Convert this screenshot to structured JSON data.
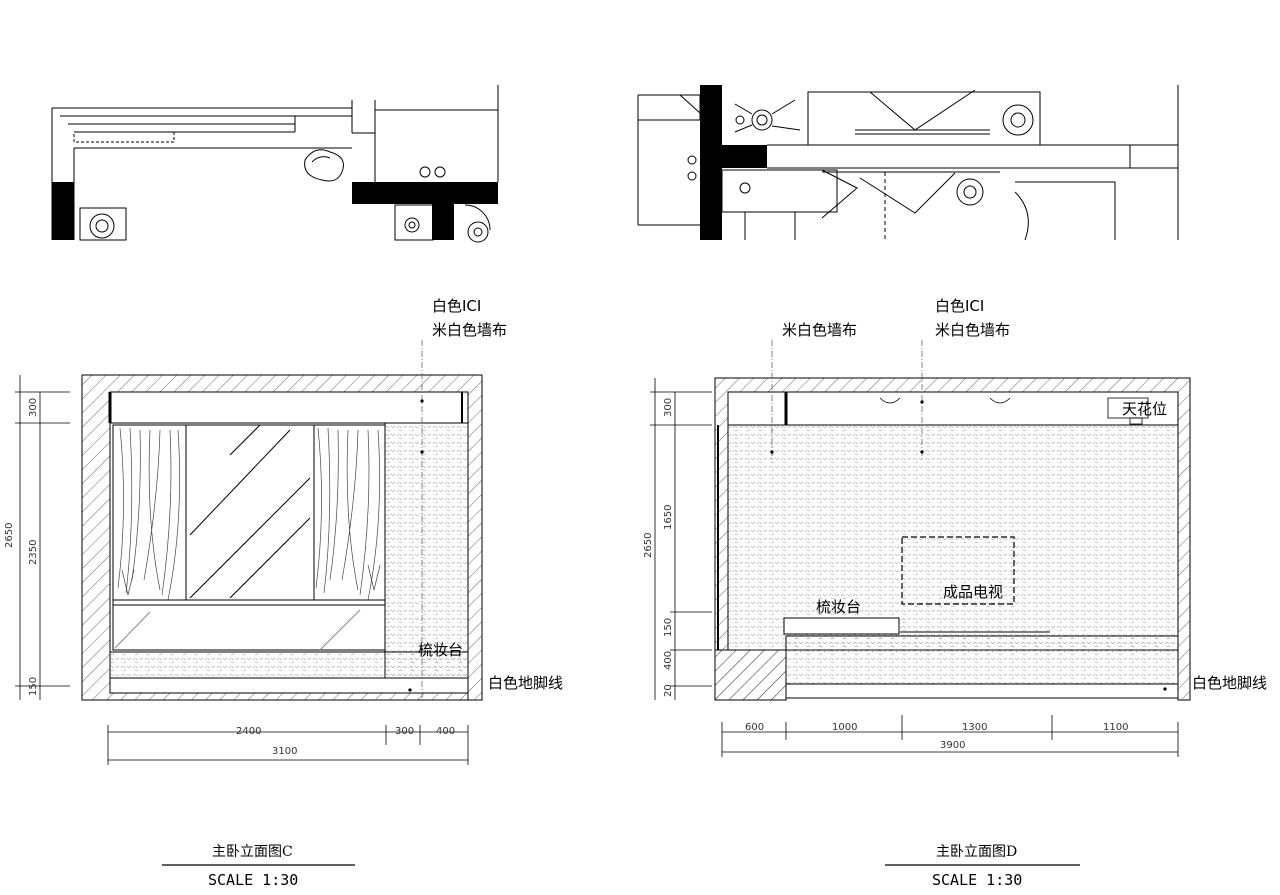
{
  "colors": {
    "line": "#000000",
    "paper": "#ffffff",
    "hatch": "#444444",
    "texture": "#9a9a9a"
  },
  "elevation_c": {
    "title": "主卧立面图C",
    "scale": "SCALE 1:30",
    "labels": {
      "ceiling": "白色ICI",
      "wall": "米白色墙布",
      "vanity": "梳妆台",
      "skirting": "白色地脚线"
    },
    "dims": {
      "v_outer": "2650",
      "v_inner": "2350",
      "v_top": "300",
      "v_bottom": "150",
      "h_parts": [
        "2400",
        "300",
        "400"
      ],
      "h_total": "3100"
    }
  },
  "elevation_d": {
    "title": "主卧立面图D",
    "scale": "SCALE 1:30",
    "labels": {
      "ceiling": "白色ICI",
      "wall_left": "米白色墙布",
      "wall": "米白色墙布",
      "ceiling_slot": "天花位",
      "tv": "成品电视",
      "vanity": "梳妆台",
      "skirting": "白色地脚线"
    },
    "dims": {
      "v_outer": "2650",
      "v_top": "300",
      "v_mid": "1650",
      "v_small": "150",
      "v_lower": "400",
      "v_bottom": "20",
      "h_parts": [
        "600",
        "1000",
        "1300",
        "1100"
      ],
      "h_total": "3900"
    }
  }
}
